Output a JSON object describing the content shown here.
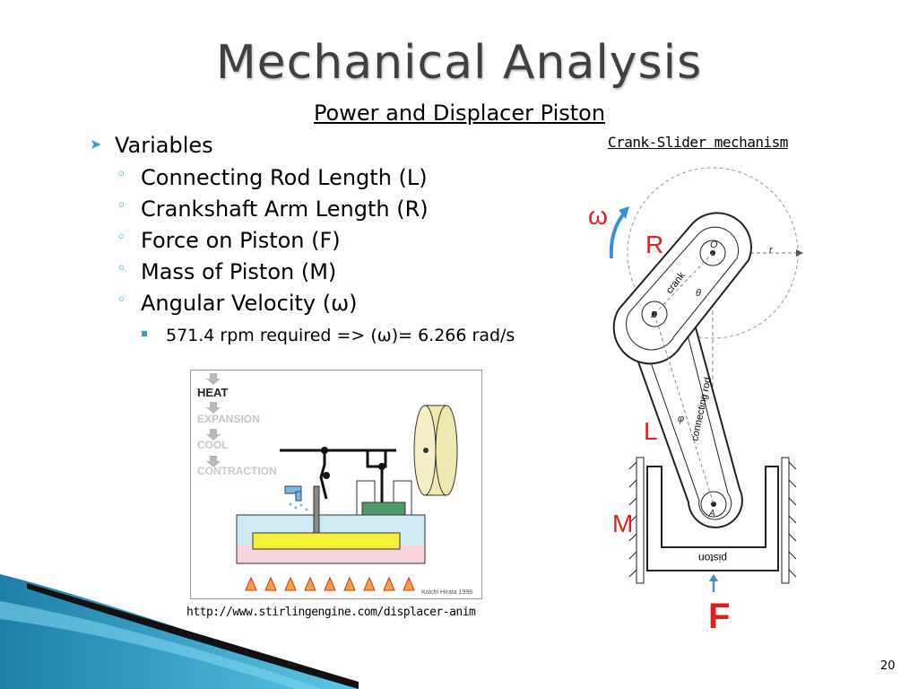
{
  "slide": {
    "title": "Mechanical Analysis",
    "subtitle": "Power and Displacer Piston",
    "page_number": "20"
  },
  "bullets": {
    "heading": "Variables",
    "items": [
      "Connecting Rod Length (L)",
      "Crankshaft Arm Length (R)",
      "Force on Piston (F)",
      "Mass of Piston (M)",
      "Angular Velocity (ω)"
    ],
    "sub_item": "571.4 rpm required => (ω)= 6.266 rad/s"
  },
  "stirling_figure": {
    "steps": [
      "HEAT",
      "EXPANSION",
      "COOL",
      "CONTRACTION"
    ],
    "credit": "Koichi Hirata 1996",
    "url": "http://www.stirlingengine.com/displacer-anim"
  },
  "crank_figure": {
    "caption": "Crank-Slider mechanism",
    "labels": {
      "omega": "ω",
      "R": "R",
      "L": "L",
      "M": "M",
      "F": "F"
    },
    "diagram_text": {
      "O": "O",
      "B": "B",
      "A": "A",
      "r": "r",
      "theta": "θ",
      "phi": "φ",
      "crank": "crank",
      "connecting_rod": "connecting rod",
      "piston": "piston"
    }
  },
  "colors": {
    "accent": "#2aa2c9",
    "label_red": "#e0201a",
    "arrow_blue": "#3a8fd6"
  }
}
